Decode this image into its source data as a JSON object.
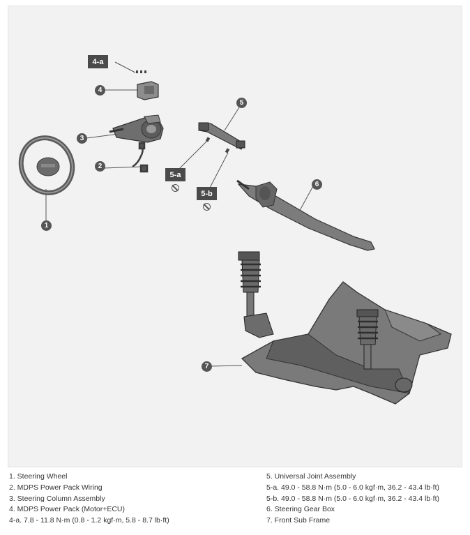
{
  "diagram": {
    "callouts": {
      "c1": "1",
      "c2": "2",
      "c3": "3",
      "c4": "4",
      "c5": "5",
      "c6": "6",
      "c7": "7"
    },
    "tags": {
      "t4a": "4-a",
      "t5a": "5-a",
      "t5b": "5-b"
    },
    "colors": {
      "background": "#f2f2f2",
      "callout": "#555555",
      "tag": "#4a4a4a",
      "part_fill": "#7a7a7a",
      "part_dark": "#3d3d3d"
    }
  },
  "legend": {
    "left": [
      "1. Steering Wheel",
      "2. MDPS Power Pack Wiring",
      "3. Steering Column Assembly",
      "4. MDPS Power Pack (Motor+ECU)",
      "4-a. 7.8 - 11.8 N·m (0.8 - 1.2 kgf·m, 5.8 - 8.7 lb·ft)"
    ],
    "right": [
      "5. Universal Joint Assembly",
      "5-a. 49.0 - 58.8 N·m (5.0 - 6.0 kgf·m, 36.2 - 43.4 lb·ft)",
      "5-b. 49.0 - 58.8 N·m (5.0 - 6.0 kgf·m, 36.2 - 43.4 lb·ft)",
      "6. Steering Gear Box",
      "7. Front Sub Frame"
    ]
  }
}
